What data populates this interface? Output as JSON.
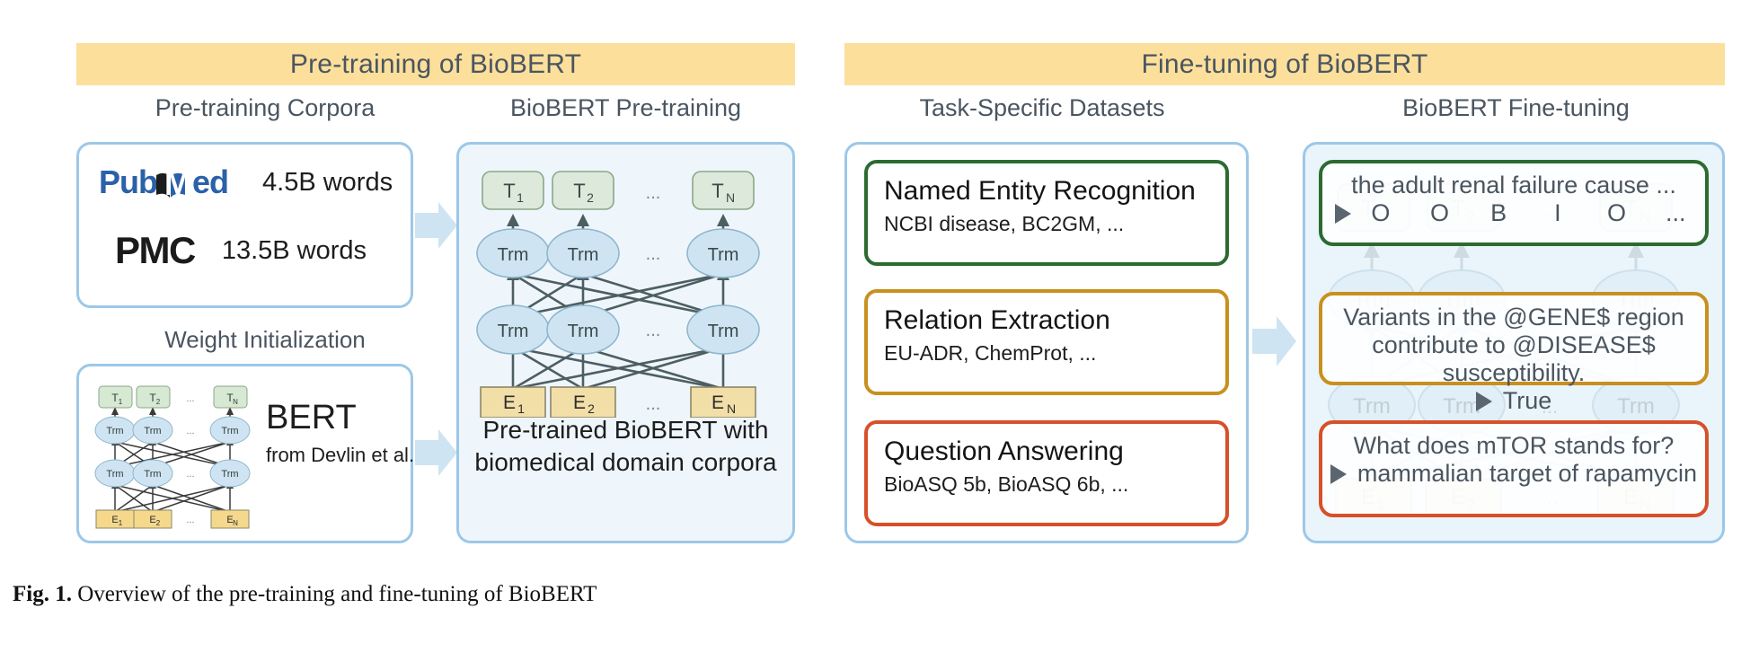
{
  "figure": {
    "caption_label": "Fig. 1.",
    "caption_text": "Overview of the pre-training and fine-tuning of BioBERT"
  },
  "banners": {
    "pretraining": "Pre-training of BioBERT",
    "finetuning": "Fine-tuning of BioBERT"
  },
  "columns": {
    "corpora_title": "Pre-training Corpora",
    "biobert_pretraining_title": "BioBERT Pre-training",
    "datasets_title": "Task-Specific Datasets",
    "biobert_finetuning_title": "BioBERT Fine-tuning",
    "weight_initialization_title": "Weight Initialization"
  },
  "corpora": {
    "items": [
      {
        "logo": "PubMed",
        "logo_part1": "Pub",
        "logo_part2": "ed",
        "logo_letter": "M",
        "count": "4.5B words"
      },
      {
        "logo": "PMC",
        "logo_text": "PMC",
        "count": "13.5B words"
      }
    ]
  },
  "bert_card": {
    "title": "BERT",
    "subtitle": "from Devlin et al."
  },
  "biobert_pretraining": {
    "summary_line1": "Pre-trained BioBERT with",
    "summary_line2": "biomedical domain corpora"
  },
  "transformer": {
    "output_labels": [
      "T",
      "T",
      "T"
    ],
    "output_subs": [
      "1",
      "2",
      "N"
    ],
    "node_label": "Trm",
    "input_labels": [
      "E",
      "E",
      "E"
    ],
    "input_subs": [
      "1",
      "2",
      "N"
    ],
    "ellipsis": "..."
  },
  "tasks": [
    {
      "title": "Named Entity Recognition",
      "datasets": "NCBI disease, BC2GM, ...",
      "color": "#2b6b30"
    },
    {
      "title": "Relation Extraction",
      "datasets": "EU-ADR, ChemProt, ...",
      "color": "#c8901f"
    },
    {
      "title": "Question Answering",
      "datasets": "BioASQ 5b, BioASQ 6b, ...",
      "color": "#d6502a"
    }
  ],
  "finetuning_examples": {
    "ner": {
      "input": "the adult renal failure cause ...",
      "tags": [
        "O",
        "O",
        "B",
        "I",
        "O",
        "..."
      ]
    },
    "re": {
      "line1": "Variants in the @GENE$ region",
      "line2": "contribute to @DISEASE$ susceptibility.",
      "answer": "True"
    },
    "qa": {
      "question": "What does mTOR stands for?",
      "answer": "mammalian target of rapamycin"
    }
  },
  "colors": {
    "banner_bg": "#fbdf9b",
    "card_border_blue": "#9cc8e8",
    "card_bg_light_blue": "#eef6fc",
    "ner_green": "#2b6b30",
    "re_gold": "#c8901f",
    "qa_orange": "#d6502a",
    "text_gray": "#4a5560",
    "trm_fill": "#cfe4f2",
    "token_green": "#d7e8d3",
    "embed_yellow": "#f5d88c",
    "arrow_blue": "#cfe4f2"
  }
}
